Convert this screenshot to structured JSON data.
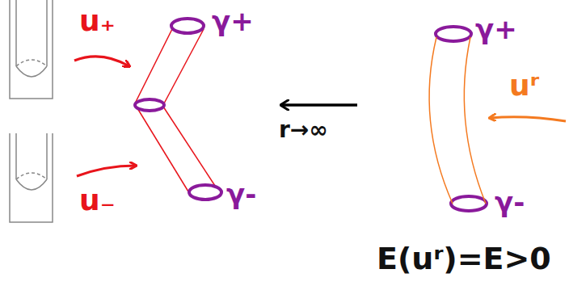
{
  "diagram": {
    "labels": [
      "u₊",
      "u₋",
      "γ+",
      "γ-",
      "r→∞",
      "uʳ",
      "γ+",
      "γ-",
      "E(uʳ)=E>0"
    ]
  }
}
